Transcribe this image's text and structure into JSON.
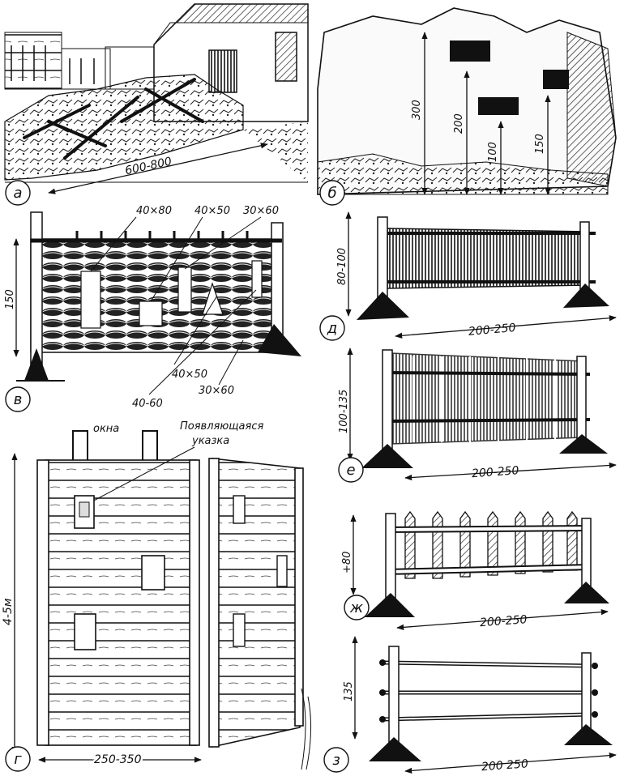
{
  "panels": {
    "a": {
      "letter": "а",
      "dimension": "600-800"
    },
    "b": {
      "letter": "б",
      "heights": [
        "300",
        "200",
        "100",
        "150"
      ]
    },
    "v": {
      "letter": "в",
      "height": "150",
      "openings": [
        "40×80",
        "40×50",
        "30×60",
        "40×50",
        "40-60",
        "30×60"
      ]
    },
    "g": {
      "letter": "г",
      "height": "4-5м",
      "width": "250-350",
      "window_label": "окна",
      "pointer_label_line1": "Появляющаяся",
      "pointer_label_line2": "указка"
    },
    "d": {
      "letter": "д",
      "height": "80-100",
      "width": "200-250"
    },
    "e": {
      "letter": "е",
      "height": "100-135",
      "width": "200-250"
    },
    "zh": {
      "letter": "ж",
      "height": "+80",
      "width": "200-250"
    },
    "z": {
      "letter": "з",
      "height": "135",
      "width": "200 250"
    }
  }
}
